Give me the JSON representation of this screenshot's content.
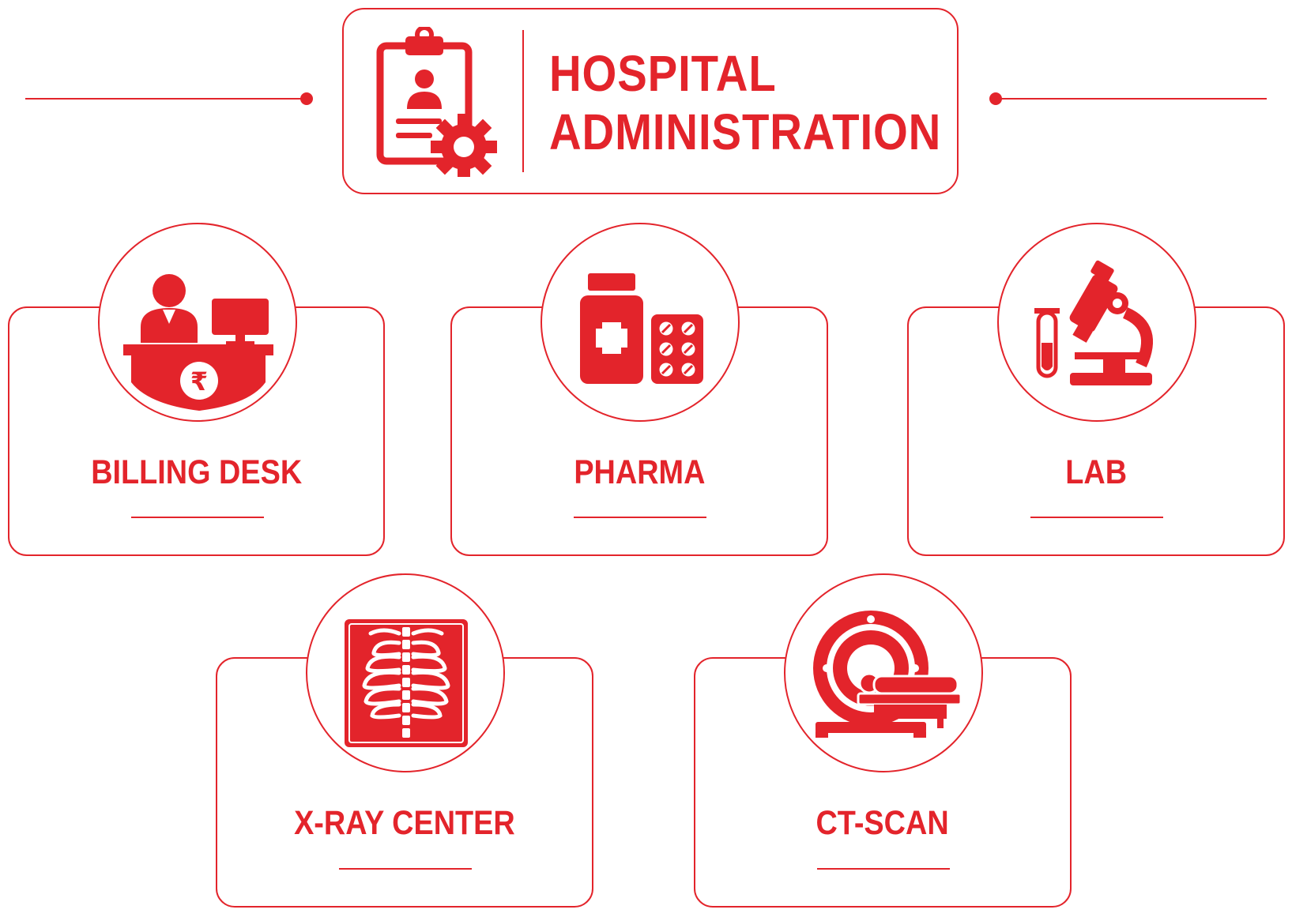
{
  "header": {
    "title_line1": "HOSPITAL",
    "title_line2": "ADMINISTRATION",
    "icon": "clipboard-gear-icon"
  },
  "departments": [
    {
      "label": "BILLING DESK",
      "icon": "billing-desk-icon"
    },
    {
      "label": "PHARMA",
      "icon": "medicine-bottle-icon"
    },
    {
      "label": "LAB",
      "icon": "microscope-icon"
    },
    {
      "label": "X-RAY CENTER",
      "icon": "xray-chest-icon"
    },
    {
      "label": "CT-SCAN",
      "icon": "ct-scanner-icon"
    }
  ],
  "colors": {
    "accent": "#e3242b",
    "background": "#ffffff"
  }
}
